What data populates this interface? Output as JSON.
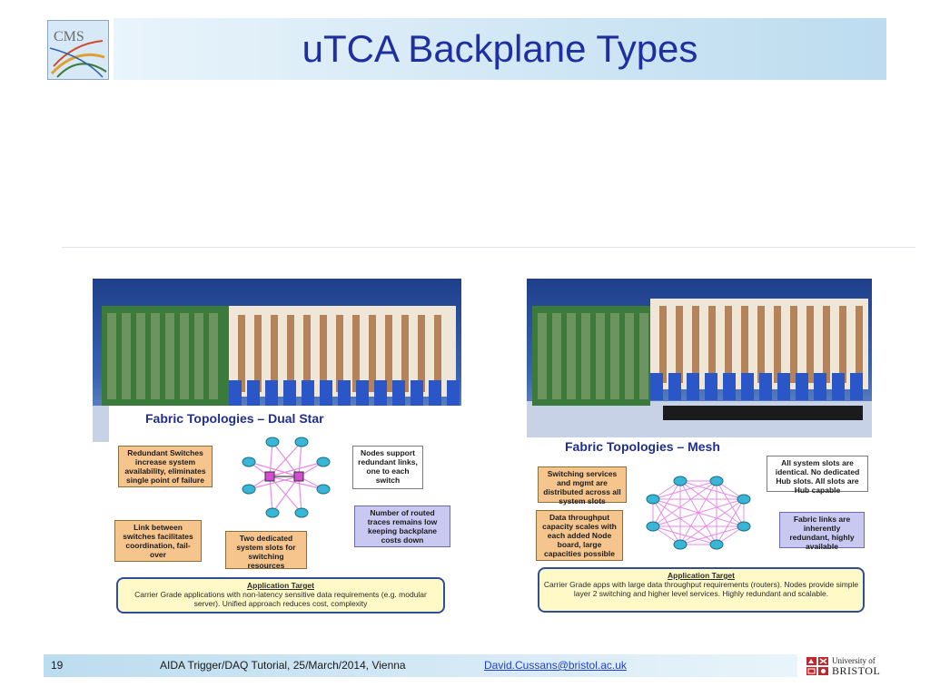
{
  "header": {
    "title": "uTCA Backplane Types"
  },
  "figures": {
    "dual_star": {
      "title": "Fabric Topologies – Dual Star",
      "callouts": {
        "redundant": "Redundant Switches increase system availability, eliminates single point of failure",
        "nodes": "Nodes support redundant links, one to each switch",
        "link": "Link between switches facilitates coordination, fail-over",
        "two": "Two dedicated system slots for switching resources",
        "routed": "Number of routed traces remains low keeping backplane costs down"
      },
      "target_head": "Application Target",
      "target_body": "Carrier Grade applications with non-latency sensitive data requirements (e.g. modular server). Unified approach reduces cost, complexity"
    },
    "mesh": {
      "title": "Fabric Topologies – Mesh",
      "callouts": {
        "switching": "Switching services and mgmt are distributed across all system slots",
        "slots": "All system slots are identical. No dedicated Hub slots. All slots are Hub capable",
        "throughput": "Data throughput capacity scales with each added Node board, large capacities possible",
        "fabric": "Fabric links are inherently redundant, highly available"
      },
      "target_head": "Application Target",
      "target_body": "Carrier Grade apps with large data throughput requirements (routers). Nodes provide simple layer 2 switching and higher level services. Highly redundant and scalable."
    }
  },
  "footer": {
    "page_number": "19",
    "event": "AIDA Trigger/DAQ Tutorial, 25/March/2014, Vienna",
    "email": "David.Cussans@bristol.ac.uk",
    "university_line1": "University of",
    "university_line2": "BRISTOL"
  },
  "colors": {
    "title": "#1f2fa0",
    "link": "#1f3fcf",
    "node": "#38b6d6",
    "mesh_link": "#e78be6"
  }
}
